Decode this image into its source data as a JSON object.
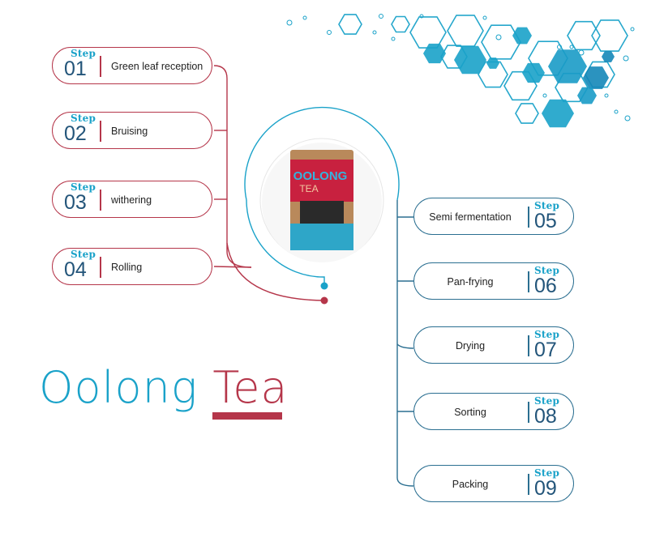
{
  "title": {
    "word1": "Oolong",
    "word2": "Tea"
  },
  "colors": {
    "left_accent": "#b5364a",
    "right_accent": "#2b6f91",
    "highlight": "#1aa2c9",
    "number": "#23557a"
  },
  "product": {
    "package_text_line1": "OOLONG",
    "package_text_line2": "TEA"
  },
  "steps": [
    {
      "word": "Step",
      "number": "01",
      "label": "Green leaf reception"
    },
    {
      "word": "Step",
      "number": "02",
      "label": "Bruising"
    },
    {
      "word": "Step",
      "number": "03",
      "label": "withering"
    },
    {
      "word": "Step",
      "number": "04",
      "label": "Rolling"
    },
    {
      "word": "Step",
      "number": "05",
      "label": "Semi fermentation"
    },
    {
      "word": "Step",
      "number": "06",
      "label": "Pan-frying"
    },
    {
      "word": "Step",
      "number": "07",
      "label": "Drying"
    },
    {
      "word": "Step",
      "number": "08",
      "label": "Sorting"
    },
    {
      "word": "Step",
      "number": "09",
      "label": "Packing"
    }
  ]
}
